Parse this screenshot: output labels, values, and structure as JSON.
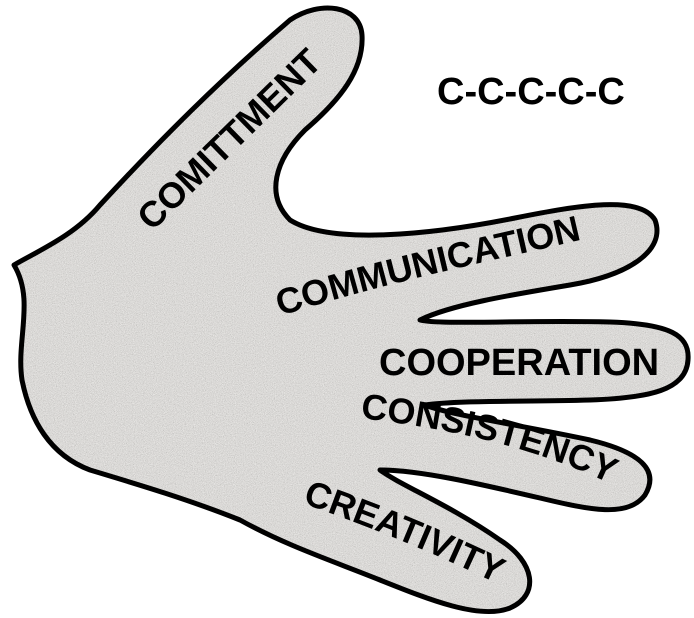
{
  "title": "C-C-C-C-C",
  "labels": {
    "thumb": "COMITTMENT",
    "index": "COMMUNICATION",
    "middle": "COOPERATION",
    "ring": "CONSISTENCY",
    "pinky": "CREATIVITY"
  },
  "colors": {
    "hand_fill": "#d4d1cc",
    "outline": "#000000",
    "text": "#000000",
    "background": "#ffffff"
  }
}
